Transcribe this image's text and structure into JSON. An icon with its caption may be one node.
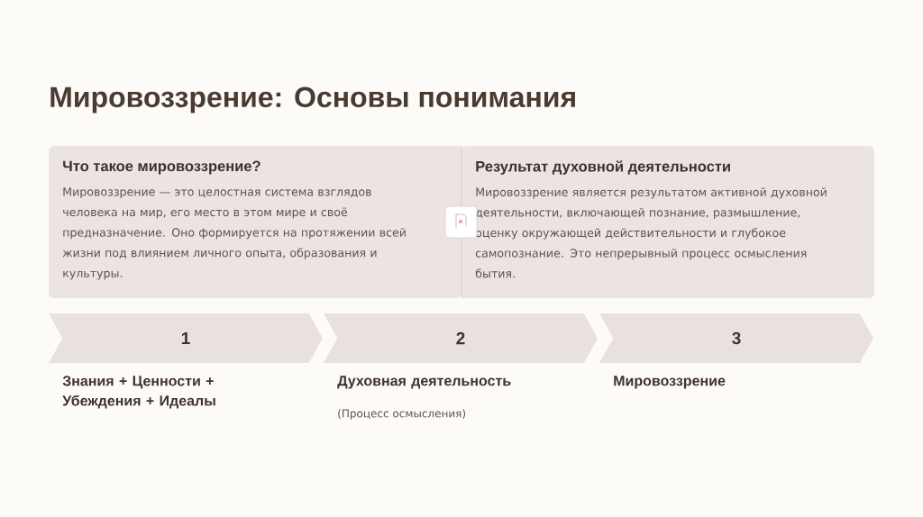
{
  "diagram": {
    "title": "Мировоззрение: Основы понимания",
    "nodes": [
      {
        "text": [
          "Что такое мировоззрение?",
          "Мировоззрение — это целостная система взглядов человека на мир, его место в этом мире и своё предназначение. Оно формируется на протяжении всей жизни под влиянием личного опыта, образования и культуры."
        ]
      },
      {
        "text": [
          "Результат духовной деятельности",
          "Мировоззрение является результатом активной духовной деятельности, включающей познание, размышление, оценку окружающей действительности и глубокое самопознание. Это непрерывный процесс осмысления бытия."
        ]
      },
      {
        "text": [
          "1"
        ],
        "beside": [
          "Знания + Ценности + Убеждения + Идеалы"
        ]
      },
      {
        "text": [
          "2"
        ],
        "beside": [
          "Духовная деятельность",
          "(Процесс осмысления)"
        ]
      },
      {
        "text": [
          "3"
        ],
        "beside": [
          "Мировоззрение"
        ]
      }
    ]
  }
}
